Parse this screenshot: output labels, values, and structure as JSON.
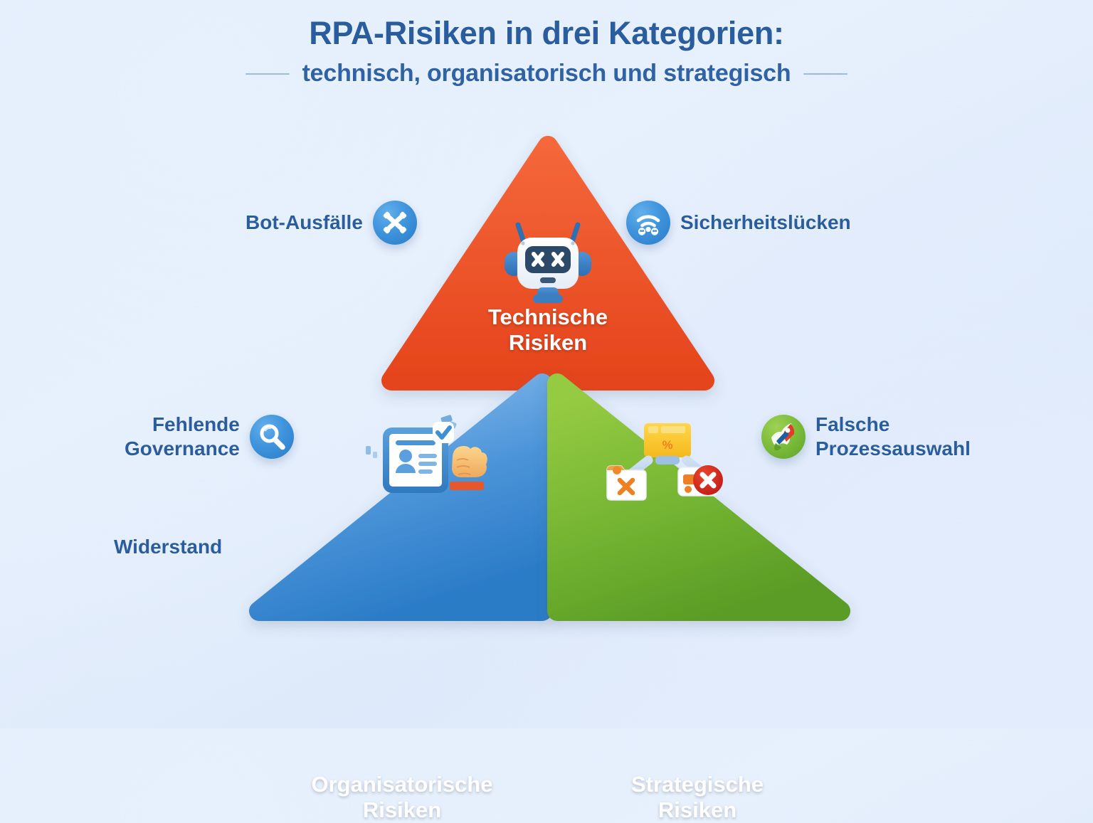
{
  "header": {
    "title": "RPA-Risiken in drei Kategorien:",
    "subtitle": "technisch, organisatorisch und  strategisch"
  },
  "triangles": [
    {
      "key": "technical",
      "caption_line1": "Technische",
      "caption_line2": "Risiken",
      "color_top": "#f4673a",
      "color_bottom": "#e8471f",
      "icon": "dead-robot-icon"
    },
    {
      "key": "organisational",
      "caption_line1": "Organisatorische",
      "caption_line2": "Risiken",
      "color_top": "#86bbeb",
      "color_bottom": "#2b7fcb",
      "icon": "id-card-check-and-fist-icon"
    },
    {
      "key": "strategic",
      "caption_line1": "Strategische",
      "caption_line2": "Risiken",
      "color_top": "#92c93f",
      "color_bottom": "#5d9f28",
      "icon": "robot-with-rejected-folders-icon"
    }
  ],
  "labels": {
    "bot_failures": {
      "text": "Bot-Ausfälle",
      "icon": "crossed-tools-icon",
      "badge_color": "#3f94dd"
    },
    "security_gaps": {
      "text": "Sicherheitslücken",
      "icon": "wifi-signal-icon",
      "badge_color": "#3f94dd"
    },
    "missing_governance_line1": "Fehlende",
    "missing_governance_line2": "Governance",
    "missing_governance_icon": "magnifier-icon",
    "wrong_process_line1": "Falsche",
    "wrong_process_line2": "Prozessauswahl",
    "wrong_process_icon": "rocket-icon",
    "resistance": "Widerstand"
  },
  "colors": {
    "background": "#e3eefc",
    "text_blue": "#2a5d9e",
    "accent_red": "#e8471f",
    "accent_blue": "#2b7fcb",
    "accent_green": "#6fb230"
  }
}
